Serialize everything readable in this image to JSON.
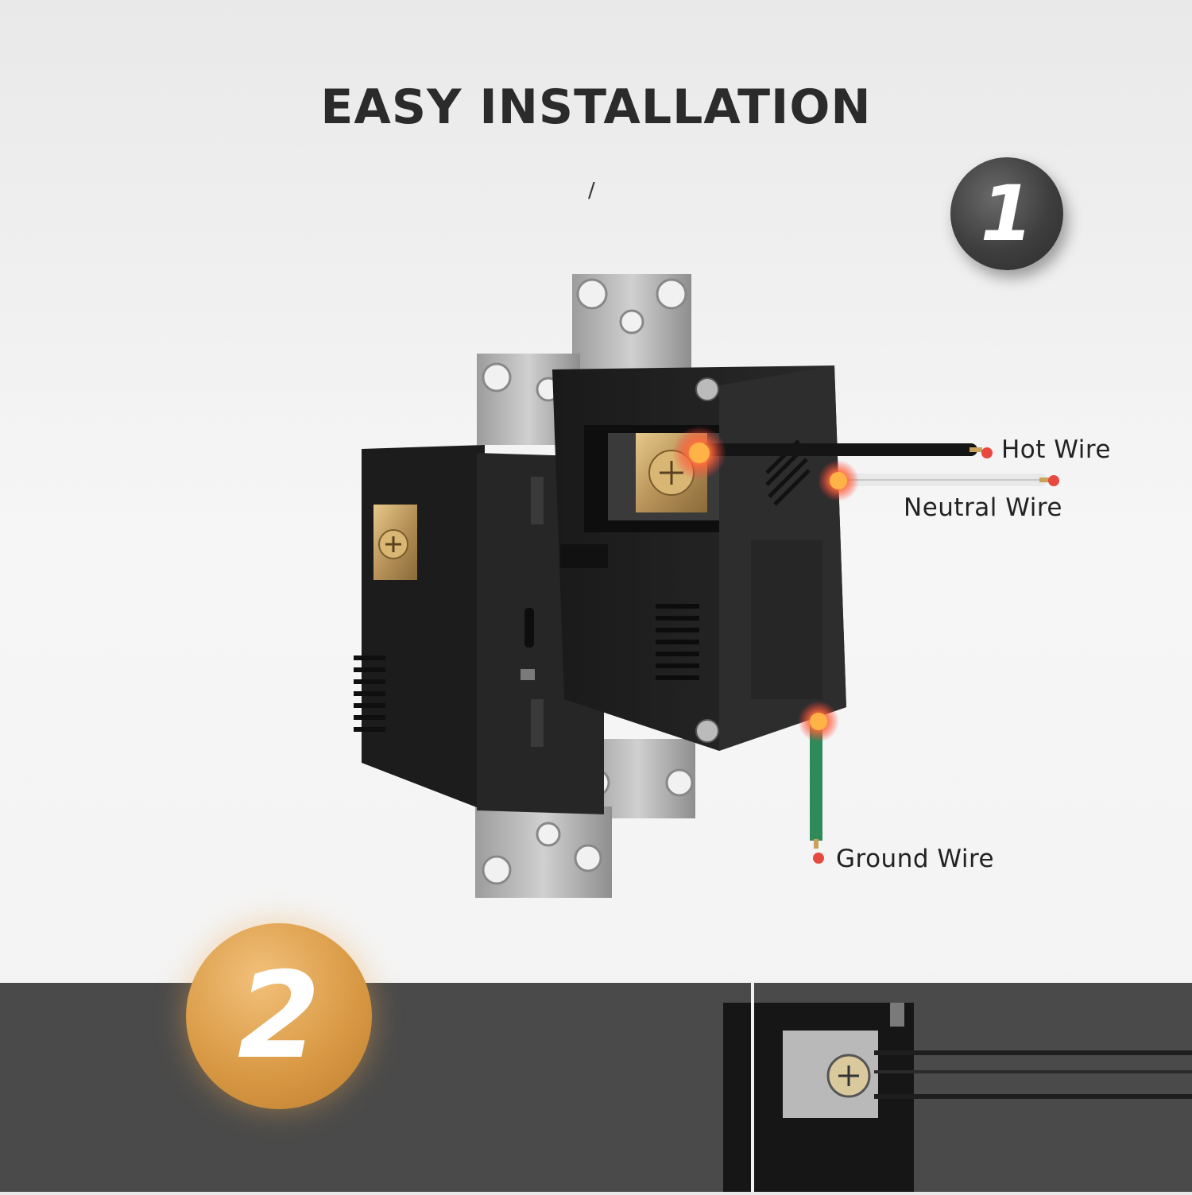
{
  "header": {
    "title": "EASY INSTALLATION",
    "subtitle": "/"
  },
  "steps": {
    "step1": "1",
    "step2": "2"
  },
  "wires": {
    "hot": "Hot Wire",
    "neutral": "Neutral Wire",
    "ground": "Ground Wire"
  },
  "colors": {
    "accent_orange": "#d99a45",
    "marker_red": "#e8493f",
    "ground_green": "#2f8a5a"
  }
}
